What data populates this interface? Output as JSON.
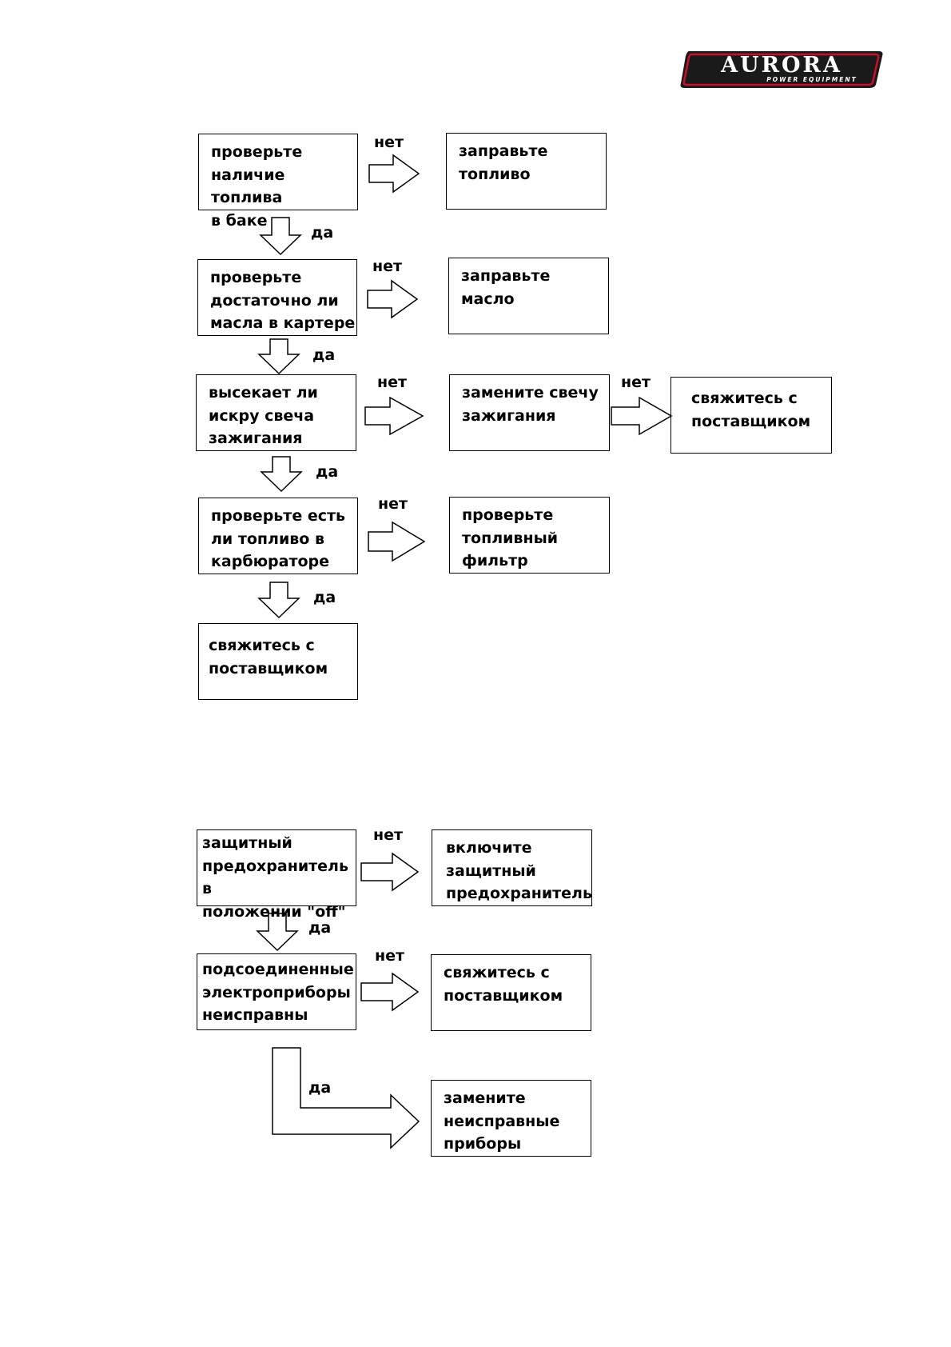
{
  "logo": {
    "brand": "AURORA",
    "tagline": "POWER EQUIPMENT",
    "colors": {
      "frame": "#1a1a1a",
      "accent": "#c8102e",
      "text": "#ffffff"
    }
  },
  "diagram1": {
    "steps": [
      {
        "question": "проверьте\nналичие топлива\nв баке",
        "no_label": "нет",
        "no_action": "заправьте\nтопливо",
        "yes_label": "да"
      },
      {
        "question": "проверьте\nдостаточно ли\nмасла в картере",
        "no_label": "нет",
        "no_action": "заправьте масло",
        "yes_label": "да"
      },
      {
        "question": "высекает ли\nискру свеча\nзажигания",
        "no_label": "нет",
        "no_action": "замените свечу\nзажигания",
        "no2_label": "нет",
        "no2_action": "свяжитесь с\nпоставщиком",
        "yes_label": "да"
      },
      {
        "question": "проверьте есть\nли топливо в\nкарбюраторе",
        "no_label": "нет",
        "no_action": "проверьте\nтопливный\nфильтр",
        "yes_label": "да"
      }
    ],
    "final": "свяжитесь с\nпоставщиком"
  },
  "diagram2": {
    "steps": [
      {
        "question": "защитный\nпредохранитель в\nположении \"off\"",
        "no_label": "нет",
        "no_action": "включите\nзащитный\nпредохранитель",
        "yes_label": "да"
      },
      {
        "question": "подсоединенные\nэлектроприборы\nнеисправны",
        "no_label": "нет",
        "no_action": "свяжитесь с\nпоставщиком",
        "yes_label": "да"
      }
    ],
    "final": "замените\nнеисправные\nприборы"
  }
}
